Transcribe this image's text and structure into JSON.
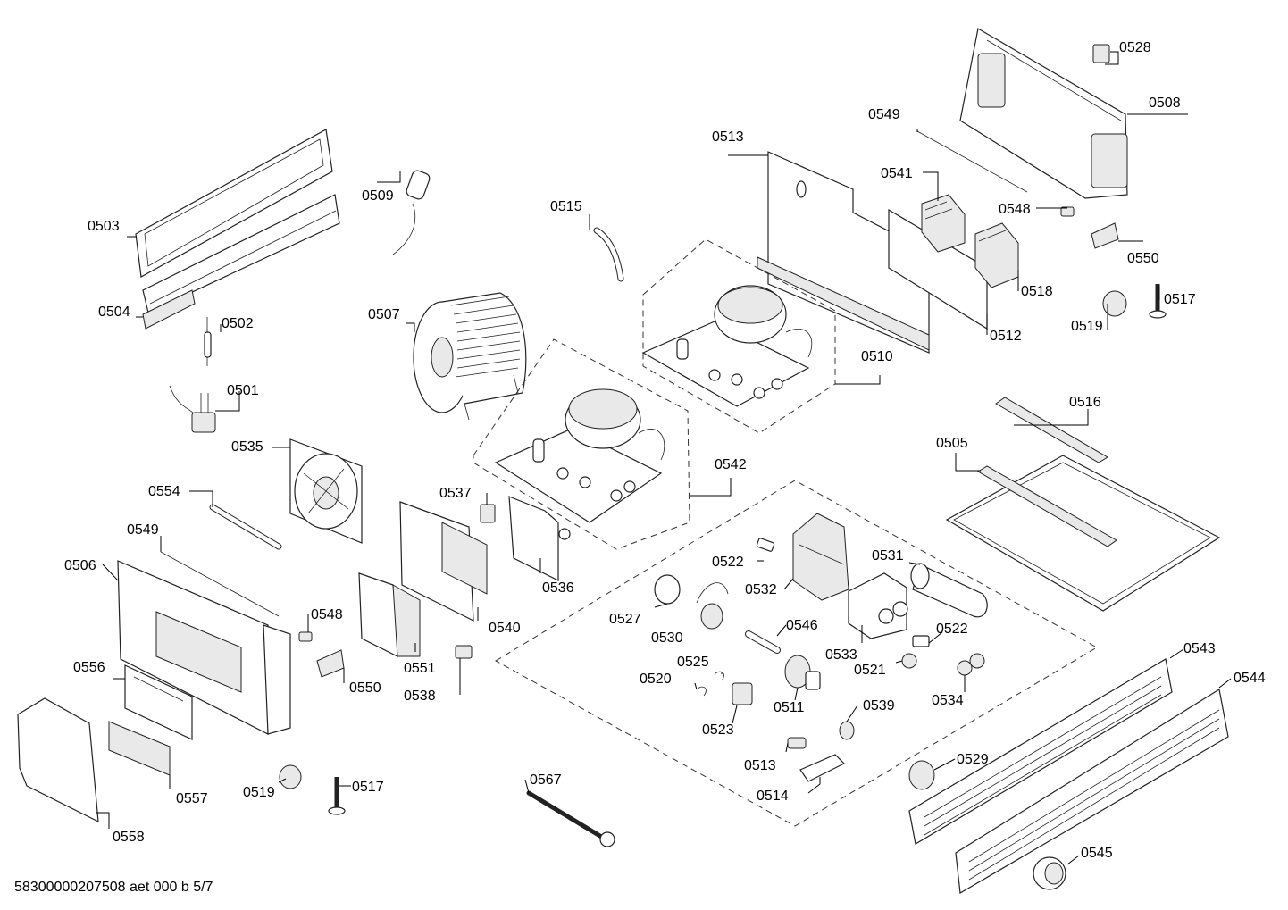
{
  "footer": {
    "drawing_code": "58300000207508 aet 000 b 5/7"
  },
  "labels": {
    "p0528": "0528",
    "p0508": "0508",
    "p0549a": "0549",
    "p0513a": "0513",
    "p0541": "0541",
    "p0548a": "0548",
    "p0550a": "0550",
    "p0518": "0518",
    "p0519a": "0519",
    "p0517a": "0517",
    "p0512": "0512",
    "p0510": "0510",
    "p0509": "0509",
    "p0503": "0503",
    "p0515": "0515",
    "p0504": "0504",
    "p0502": "0502",
    "p0507": "0507",
    "p0501": "0501",
    "p0535": "0535",
    "p0516": "0516",
    "p0505": "0505",
    "p0542": "0542",
    "p0554": "0554",
    "p0537": "0537",
    "p0549b": "0549",
    "p0506": "0506",
    "p0522a": "0522",
    "p0531": "0531",
    "p0536": "0536",
    "p0532": "0532",
    "p0527": "0527",
    "p0546": "0546",
    "p0548b": "0548",
    "p0540": "0540",
    "p0530": "0530",
    "p0533": "0533",
    "p0522b": "0522",
    "p0551": "0551",
    "p0521": "0521",
    "p0543": "0543",
    "p0525": "0525",
    "p0544": "0544",
    "p0556": "0556",
    "p0550b": "0550",
    "p0538": "0538",
    "p0520": "0520",
    "p0511": "0511",
    "p0534": "0534",
    "p0523": "0523",
    "p0539": "0539",
    "p0513b": "0513",
    "p0529": "0529",
    "p0557": "0557",
    "p0567": "0567",
    "p0514": "0514",
    "p0519b": "0519",
    "p0517b": "0517",
    "p0558": "0558",
    "p0545": "0545"
  }
}
